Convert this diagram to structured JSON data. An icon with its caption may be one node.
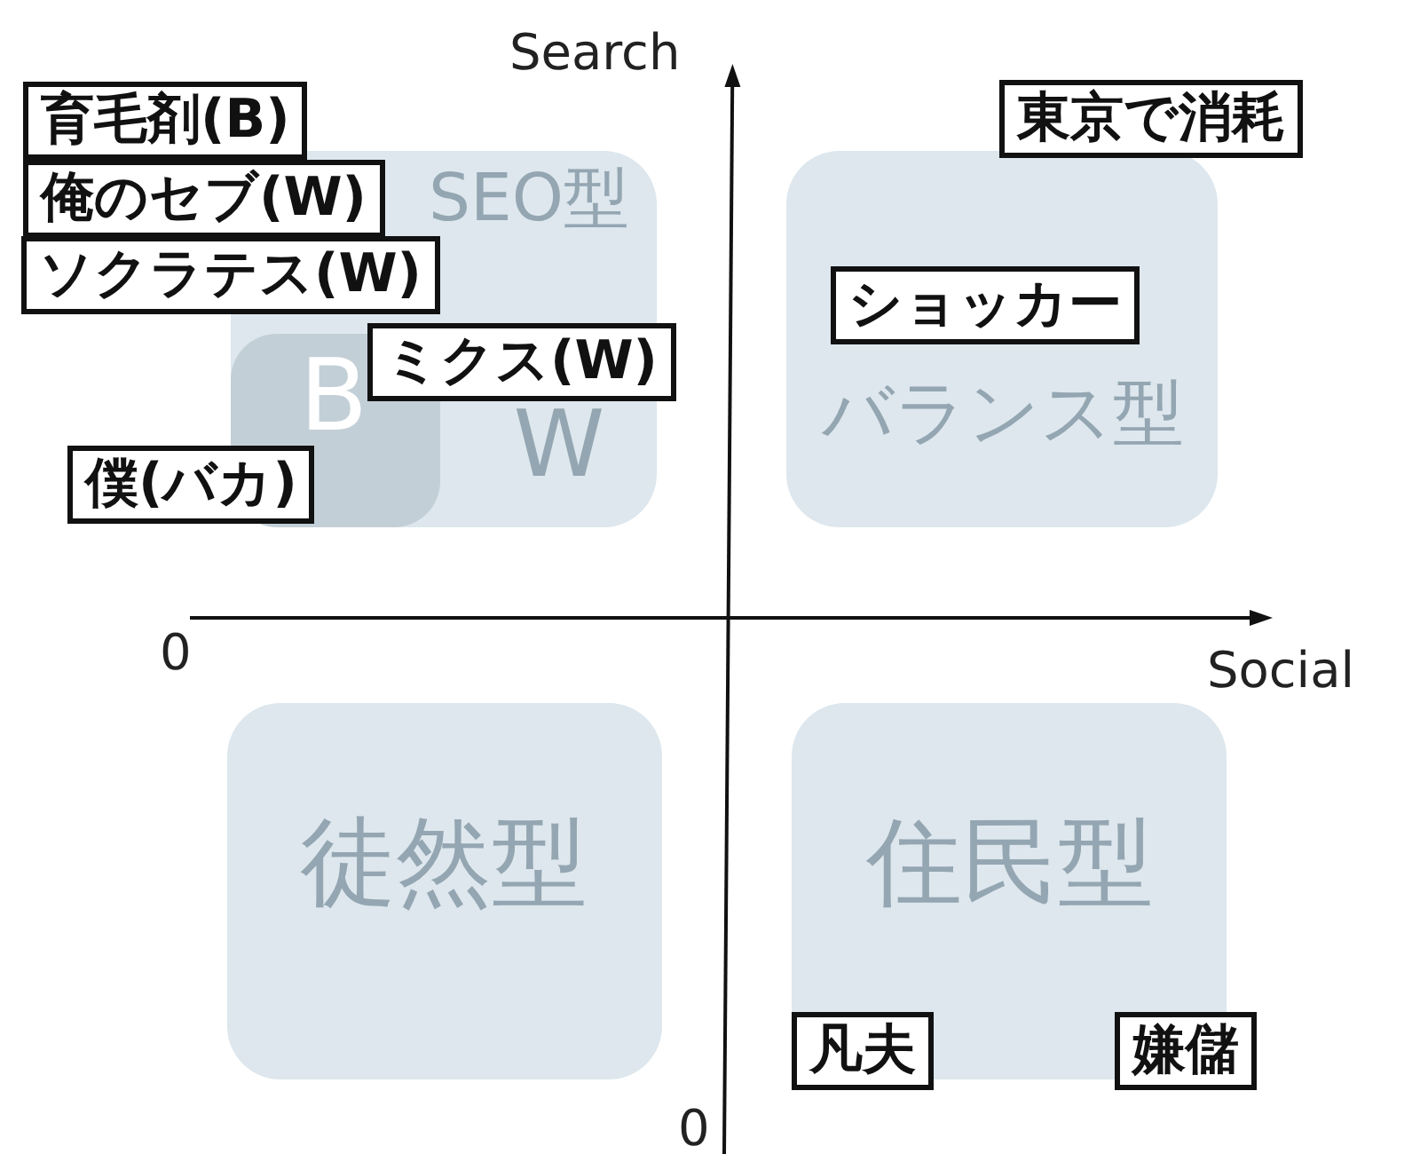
{
  "diagram": {
    "nodes": [
      {
        "text": [
          "育毛剤(B)"
        ]
      },
      {
        "text": [
          "東京で消耗"
        ]
      },
      {
        "text": [
          "SEO型",
          "W"
        ]
      },
      {
        "text": [
          "バランス型"
        ]
      },
      {
        "text": [
          "俺のセブ(W)"
        ]
      },
      {
        "text": [
          "ソクラテス(W)"
        ]
      },
      {
        "text": [
          "ショッカー"
        ],
        "in": 3
      },
      {
        "text": [
          "B"
        ],
        "in": 2
      },
      {
        "text": [
          "ミクス(W)"
        ]
      },
      {
        "text": [
          "僕(バカ)"
        ]
      },
      {
        "text": [
          "徒然型"
        ]
      },
      {
        "text": [
          "住民型"
        ]
      },
      {
        "text": [
          "凡夫"
        ]
      },
      {
        "text": [
          "嫌儲"
        ]
      }
    ],
    "labels": [
      "Search",
      "0",
      "Social",
      "0"
    ]
  }
}
